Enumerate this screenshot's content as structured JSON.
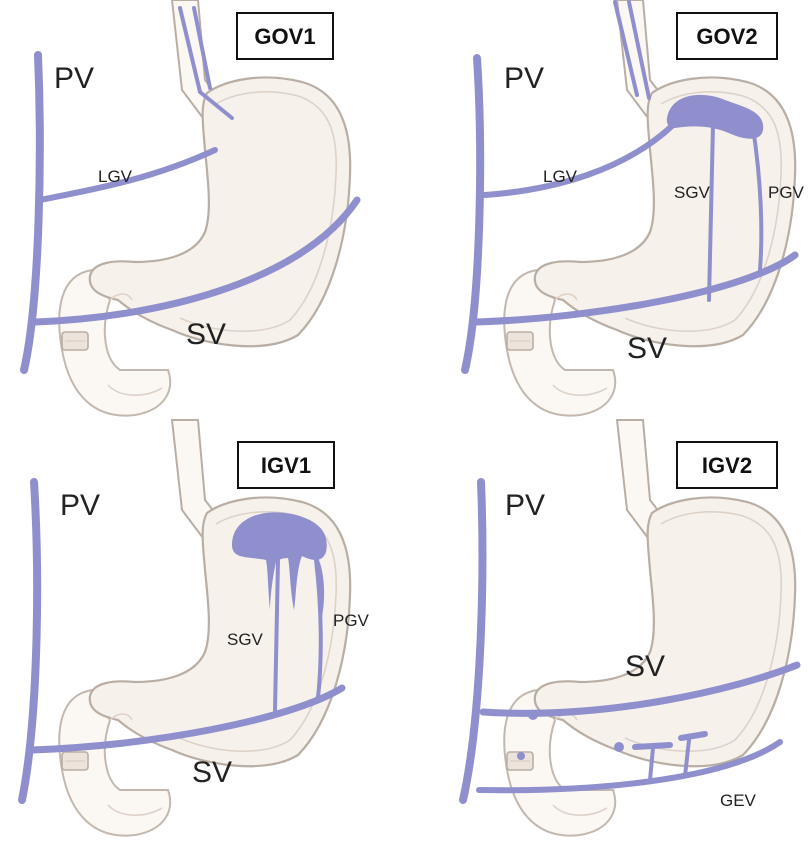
{
  "panels": [
    {
      "title": "GOV1",
      "labels": {
        "pv": "PV",
        "sv": "SV",
        "lgv": "LGV"
      }
    },
    {
      "title": "GOV2",
      "labels": {
        "pv": "PV",
        "sv": "SV",
        "lgv": "LGV",
        "sgv": "SGV",
        "pgv": "PGV"
      }
    },
    {
      "title": "IGV1",
      "labels": {
        "pv": "PV",
        "sv": "SV",
        "sgv": "SGV",
        "pgv": "PGV"
      }
    },
    {
      "title": "IGV2",
      "labels": {
        "pv": "PV",
        "sv": "SV",
        "gev": "GEV"
      }
    }
  ],
  "colors": {
    "vein": "#8f8fcd",
    "stomach_fill": "#f7f1ec",
    "outline": "#b9aea4"
  }
}
